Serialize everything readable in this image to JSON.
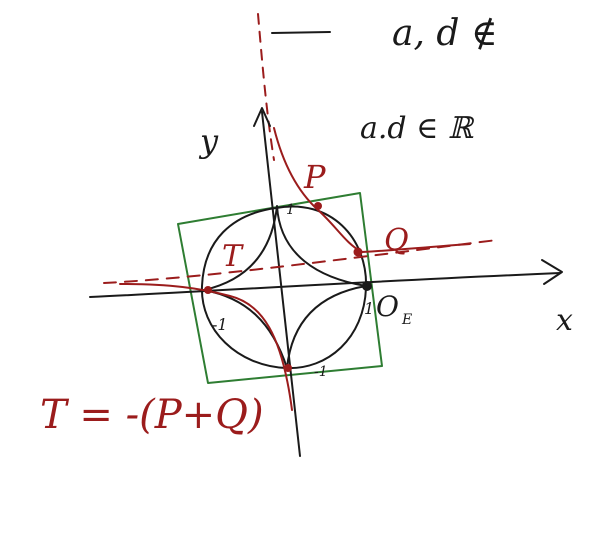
{
  "colors": {
    "black_ink": "#1a1a1a",
    "red_ink": "#9b1c1c",
    "green_ink": "#2e7d32",
    "background": "#ffffff"
  },
  "notes": {
    "line1": "a, d ∉",
    "line2": "a.d ∈ ℝ"
  },
  "axes": {
    "x_label": "x",
    "y_label": "y"
  },
  "labels": {
    "point_p": "P",
    "point_q": "Q",
    "point_t": "T",
    "origin": "O",
    "origin_subscript": "E",
    "tick_x_pos": "1",
    "tick_x_neg": "-1",
    "tick_y_pos": "1",
    "tick_y_neg": "-1"
  },
  "equation": "T = -(P+Q)"
}
